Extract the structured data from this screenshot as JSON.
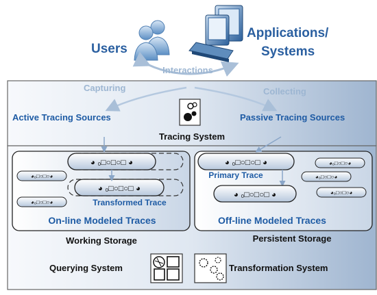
{
  "actors": {
    "users": "Users",
    "applications_line1": "Applications/",
    "applications_line2": "Systems",
    "interactions": "Interactions"
  },
  "tracing": {
    "capturing": "Capturing",
    "collecting": "Collecting",
    "active_sources": "Active Tracing Sources",
    "passive_sources": "Passive Tracing Sources",
    "tracing_system": "Tracing System"
  },
  "working_storage": {
    "transformed_trace": "Transformed Trace",
    "online_traces": "On-line Modeled Traces",
    "title": "Working Storage"
  },
  "persistent_storage": {
    "primary_trace": "Primary Trace",
    "offline_traces": "Off-line Modeled Traces",
    "title": "Persistent Storage"
  },
  "systems": {
    "querying": "Querying System",
    "transformation": "Transformation System"
  },
  "colors": {
    "title_blue": "#2a5fa0",
    "label_blue": "#1e5ba4",
    "light_blue": "#9db6d2",
    "panel_gradient_start": "#f4f7fb",
    "panel_gradient_end": "#9fb5d0"
  }
}
